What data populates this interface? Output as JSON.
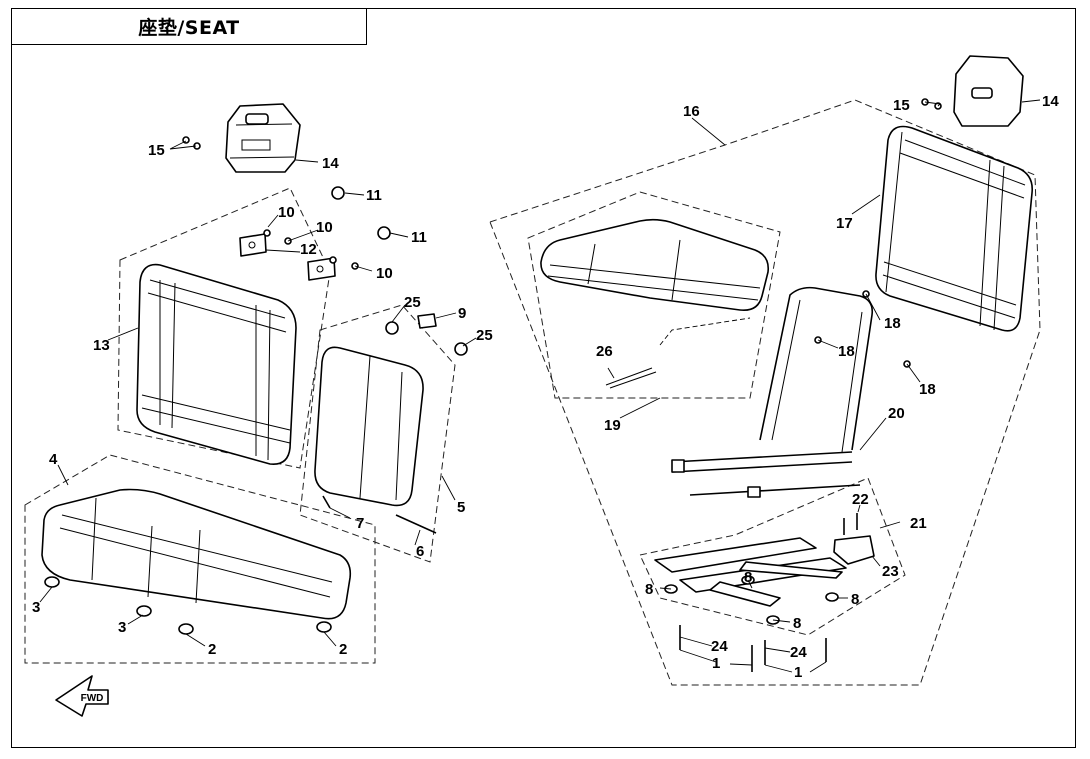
{
  "title": "座垫/SEAT",
  "callouts": {
    "c1a": "1",
    "c1b": "1",
    "c2a": "2",
    "c2b": "2",
    "c3a": "3",
    "c3b": "3",
    "c4": "4",
    "c5": "5",
    "c6": "6",
    "c7": "7",
    "c8a": "8",
    "c8b": "8",
    "c8c": "8",
    "c8d": "8",
    "c9": "9",
    "c10a": "10",
    "c10b": "10",
    "c10c": "10",
    "c11a": "11",
    "c11b": "11",
    "c12": "12",
    "c13": "13",
    "c14a": "14",
    "c14b": "14",
    "c15a": "15",
    "c15b": "15",
    "c16": "16",
    "c17": "17",
    "c18a": "18",
    "c18b": "18",
    "c18c": "18",
    "c19": "19",
    "c20": "20",
    "c21": "21",
    "c22": "22",
    "c23": "23",
    "c24a": "24",
    "c24b": "24",
    "c25a": "25",
    "c25b": "25",
    "c26": "26"
  },
  "fwd_label": "FWD",
  "colors": {
    "line": "#000000",
    "background": "#ffffff"
  }
}
